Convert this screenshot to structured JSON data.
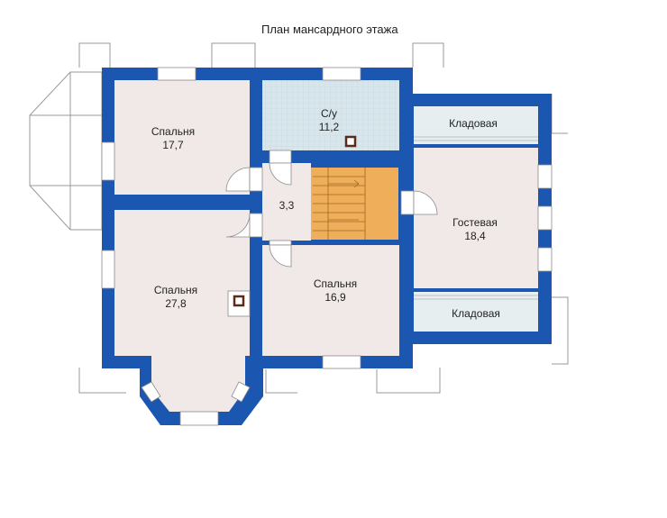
{
  "title": "План мансардного этажа",
  "rooms": {
    "bedroom_nw": {
      "name": "Спальня",
      "area": "17,7"
    },
    "bathroom": {
      "name": "С/у",
      "area": "11,2"
    },
    "hall": {
      "area": "3,3"
    },
    "bedroom_sw": {
      "name": "Спальня",
      "area": "27,8"
    },
    "bedroom_s": {
      "name": "Спальня",
      "area": "16,9"
    },
    "guest": {
      "name": "Гостевая",
      "area": "18,4"
    },
    "storage_top": {
      "name": "Кладовая"
    },
    "storage_bottom": {
      "name": "Кладовая"
    }
  },
  "colors": {
    "wall": "#1b57b0",
    "room": "#f1e8e8",
    "bathroom": "#d8e6ec",
    "storage": "#e6eef0",
    "stair": "#eeae5a",
    "outline": "#9a9a9a"
  }
}
